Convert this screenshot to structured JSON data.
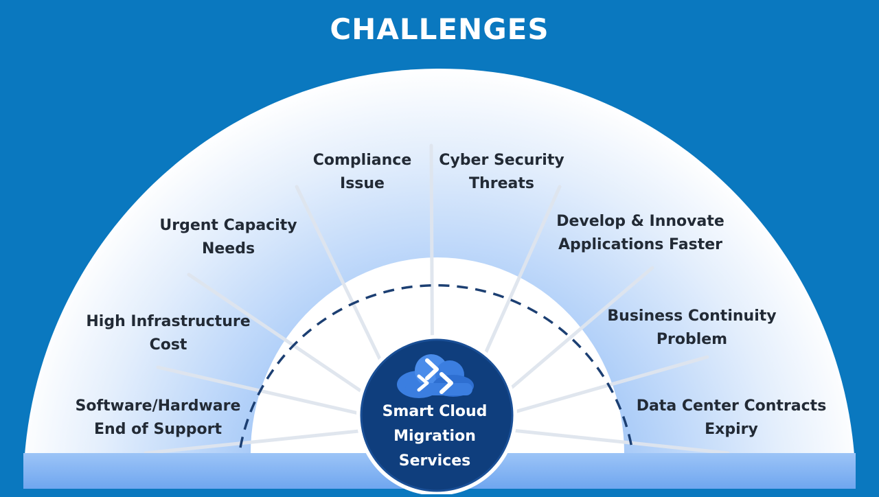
{
  "title": "CHALLENGES",
  "challenges": [
    {
      "line1": "Software/Hardware",
      "line2": "End of Support"
    },
    {
      "line1": "High Infrastructure",
      "line2": "Cost"
    },
    {
      "line1": "Urgent Capacity",
      "line2": "Needs"
    },
    {
      "line1": "Compliance",
      "line2": "Issue"
    },
    {
      "line1": "Cyber Security",
      "line2": "Threats"
    },
    {
      "line1": "Develop & Innovate",
      "line2": "Applications Faster"
    },
    {
      "line1": "Business Continuity",
      "line2": "Problem"
    },
    {
      "line1": "Data Center Contracts",
      "line2": "Expiry"
    }
  ],
  "center": {
    "line1": "Smart Cloud",
    "line2": "Migration",
    "line3": "Services",
    "icon": "cloud-migration-icon"
  },
  "colors": {
    "background": "#0a78bf",
    "hub": "#0f3e7d",
    "text": "#222a35",
    "dash": "#1c3f72"
  }
}
